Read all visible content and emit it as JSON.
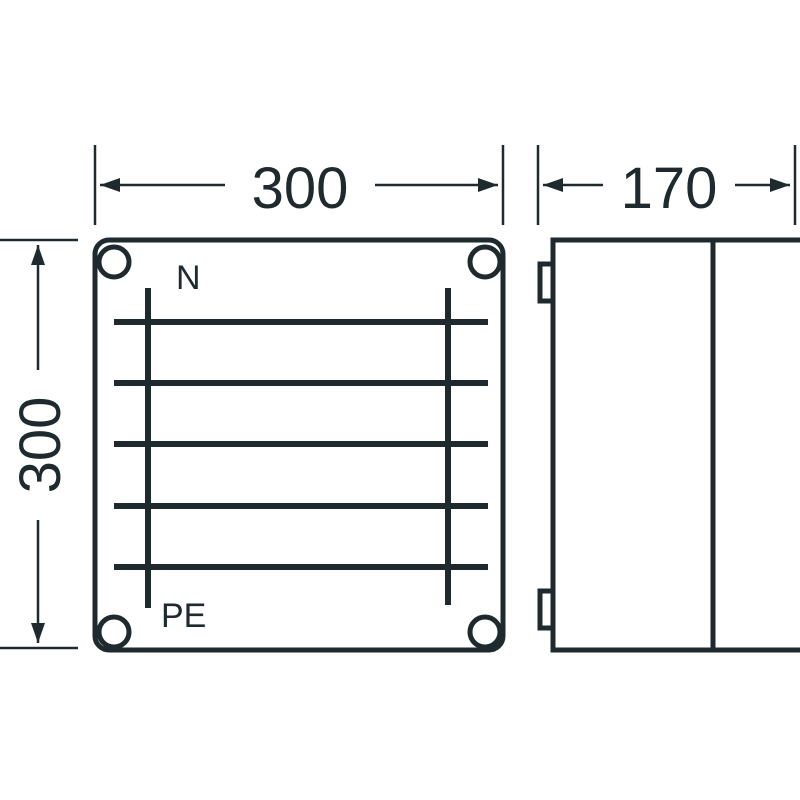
{
  "dimensions": {
    "width": "300",
    "depth": "170",
    "height": "300"
  },
  "labels": {
    "neutral": "N",
    "protective_earth": "PE"
  },
  "front_view": {
    "busbar_count": 5,
    "mounting_holes": 4
  },
  "colors": {
    "line": "#1f2a2e",
    "background": "#ffffff"
  }
}
